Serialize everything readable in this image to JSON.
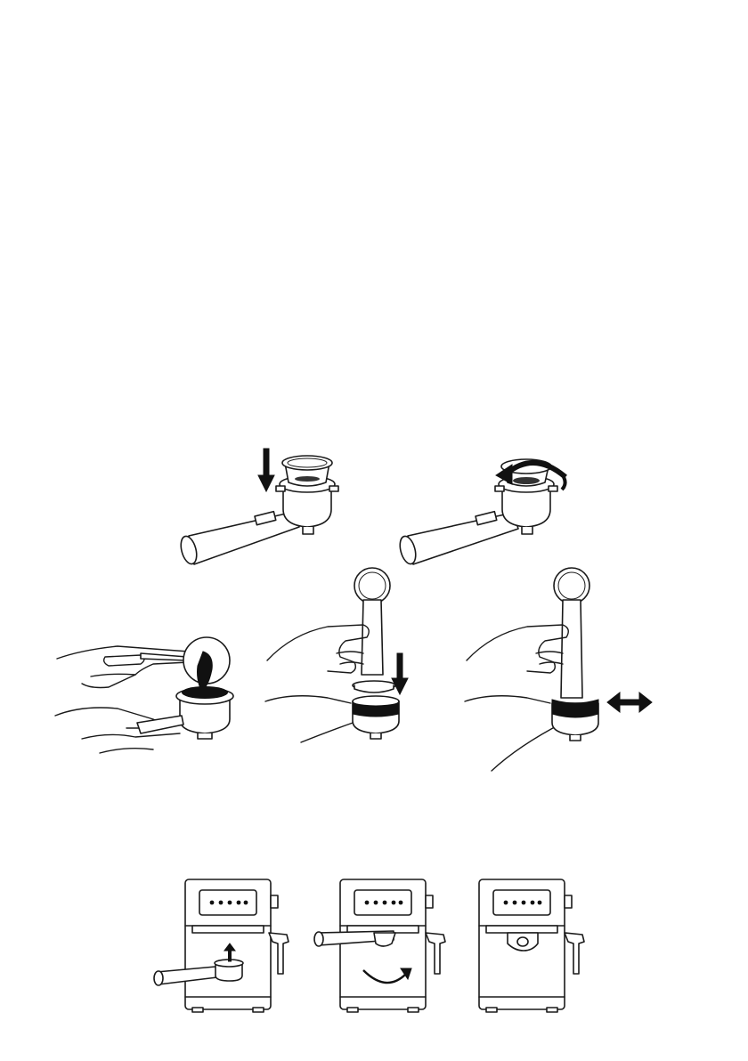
{
  "figures": {
    "step_row_1": [
      "insert-filter",
      "rotate-lock-filter"
    ],
    "step_row_2": [
      "fill-coffee",
      "tamp-coffee",
      "level-coffee"
    ],
    "step_row_3": [
      "machine-insert-handle",
      "machine-rotate-handle",
      "machine-locked"
    ]
  },
  "colors": {
    "line": "#1a1a1a",
    "fill": "#ffffff",
    "coffee": "#111111"
  },
  "icons": [
    "down-arrow-icon",
    "rotate-arrow-icon",
    "double-arrow-icon",
    "up-arrow-icon",
    "curved-arrow-icon"
  ]
}
